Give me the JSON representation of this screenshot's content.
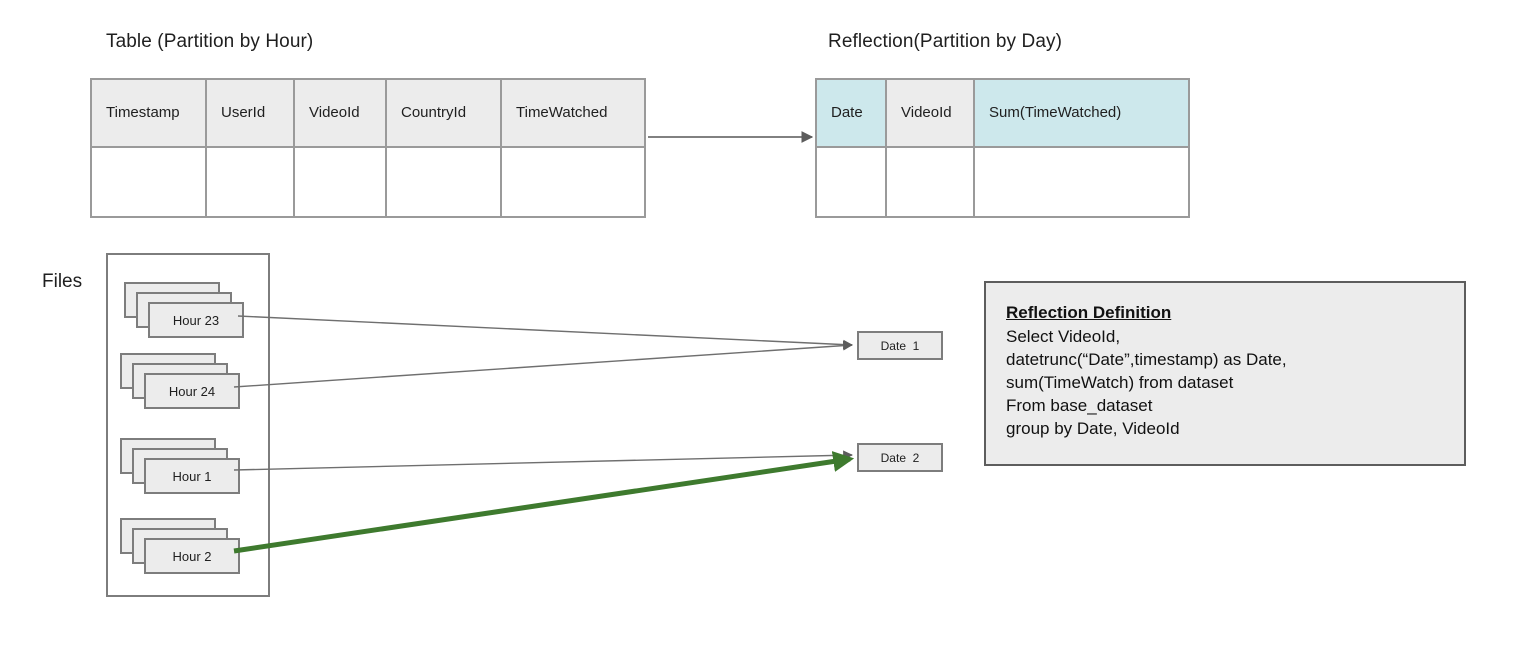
{
  "diagram": {
    "title_table": "Table (Partition by Hour)",
    "title_reflection": "Reflection(Partition by Day)",
    "files_label": "Files"
  },
  "source_table": {
    "name": "Table (Partition by Hour)",
    "headers": [
      "Timestamp",
      "UserId",
      "VideoId",
      "CountryId",
      "TimeWatched"
    ],
    "rows": [
      [
        "",
        "",
        "",
        "",
        ""
      ]
    ],
    "header_bg": "#ececec"
  },
  "reflection_table": {
    "name": "Reflection(Partition by Day)",
    "headers": [
      "Date",
      "VideoId",
      "Sum(TimeWatched)"
    ],
    "header_highlight": [
      true,
      false,
      true
    ],
    "rows": [
      [
        "",
        "",
        ""
      ]
    ],
    "header_bg": "#ececec",
    "header_accent_bg": "#cde8ec"
  },
  "files": {
    "label": "Files",
    "stacks": [
      {
        "label": "Hour 23",
        "cards": 3
      },
      {
        "label": "Hour 24",
        "cards": 3
      },
      {
        "label": "Hour 1",
        "cards": 3
      },
      {
        "label": "Hour 2",
        "cards": 3
      }
    ]
  },
  "date_outputs": [
    {
      "label": "Date  1"
    },
    {
      "label": "Date  2"
    }
  ],
  "reflection_definition": {
    "heading": "Reflection Definition",
    "lines": [
      "Select VideoId,",
      "datetrunc(“Date”,timestamp) as Date,",
      "sum(TimeWatch) from dataset",
      "From base_dataset",
      "group by Date, VideoId"
    ]
  },
  "connectors": [
    {
      "from": "source_table",
      "to": "reflection_table",
      "color": "#6f6f6f",
      "width": 1.6,
      "style": "solid"
    },
    {
      "from": "Hour 23",
      "to": "Date  1",
      "color": "#6f6f6f",
      "width": 1.4,
      "style": "solid"
    },
    {
      "from": "Hour 24",
      "to": "Date  1",
      "color": "#6f6f6f",
      "width": 1.4,
      "style": "solid"
    },
    {
      "from": "Hour 1",
      "to": "Date  2",
      "color": "#6f6f6f",
      "width": 1.4,
      "style": "solid"
    },
    {
      "from": "Hour 2",
      "to": "Date  2",
      "color": "#3e7a2e",
      "width": 5,
      "style": "solid-highlight"
    }
  ],
  "colors": {
    "accent_teal": "#cde8ec",
    "box_gray": "#ececec",
    "border_gray": "#7d7d7d",
    "arrow_gray": "#6f6f6f",
    "arrow_green": "#3e7a2e",
    "background": "#ffffff"
  }
}
